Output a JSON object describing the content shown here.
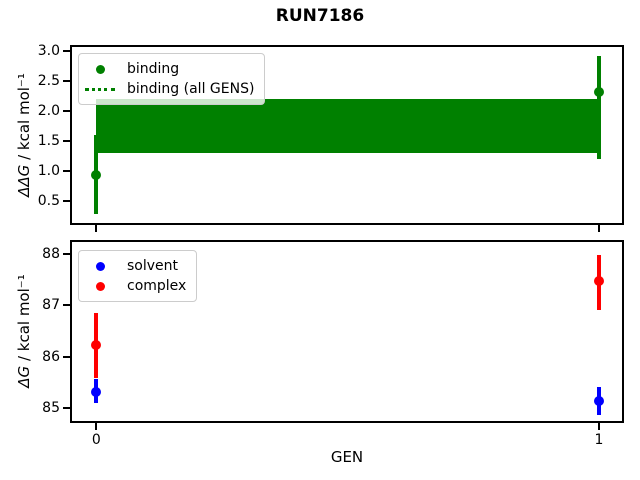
{
  "title": "RUN7186",
  "colors": {
    "binding": "#008000",
    "solvent": "#0000ff",
    "complex": "#ff0000",
    "axis": "#000000",
    "legend_border": "#cccccc"
  },
  "chart_data": [
    {
      "id": "top",
      "type": "scatter",
      "ylabel_math": "ΔΔG",
      "ylabel_rest": " / kcal mol⁻¹",
      "ylim": [
        0.14,
        3.06
      ],
      "yticks": [
        "0.5",
        "1.0",
        "1.5",
        "2.0",
        "2.5",
        "3.0"
      ],
      "xticks": [],
      "grid": false,
      "series": [
        {
          "name": "binding",
          "style": "errorbar-scatter",
          "color": "#008000",
          "x": [
            0,
            1
          ],
          "y": [
            0.93,
            2.32
          ],
          "ci_lo": [
            0.28,
            1.2
          ],
          "ci_hi": [
            1.6,
            2.92
          ]
        },
        {
          "name": "binding (all GENS)",
          "style": "band-with-dotted-centerline",
          "color": "#008000",
          "x_span": [
            0,
            1
          ],
          "band_lo": 1.3,
          "band_hi": 2.2,
          "center": 1.75
        }
      ],
      "legend": {
        "position": "upper left",
        "items": [
          {
            "label": "binding",
            "handle": "dot",
            "color": "#008000"
          },
          {
            "label": "binding (all GENS)",
            "handle": "dotted-line",
            "color": "#008000"
          }
        ]
      }
    },
    {
      "id": "bottom",
      "type": "scatter",
      "xlabel": "GEN",
      "ylabel_math": "ΔG",
      "ylabel_rest": " / kcal mol⁻¹",
      "ylim": [
        84.75,
        88.23
      ],
      "yticks": [
        "85",
        "86",
        "87",
        "88"
      ],
      "xticks": [
        "0",
        "1"
      ],
      "grid": false,
      "series": [
        {
          "name": "solvent",
          "style": "errorbar-scatter",
          "color": "#0000ff",
          "x": [
            0,
            1
          ],
          "y": [
            85.32,
            85.14
          ],
          "ci_lo": [
            85.1,
            84.87
          ],
          "ci_hi": [
            85.56,
            85.42
          ]
        },
        {
          "name": "complex",
          "style": "errorbar-scatter",
          "color": "#ff0000",
          "x": [
            0,
            1
          ],
          "y": [
            86.23,
            87.48
          ],
          "ci_lo": [
            85.58,
            86.91
          ],
          "ci_hi": [
            86.86,
            87.98
          ]
        }
      ],
      "legend": {
        "position": "upper left",
        "items": [
          {
            "label": "solvent",
            "handle": "dot",
            "color": "#0000ff"
          },
          {
            "label": "complex",
            "handle": "dot",
            "color": "#ff0000"
          }
        ]
      }
    }
  ]
}
